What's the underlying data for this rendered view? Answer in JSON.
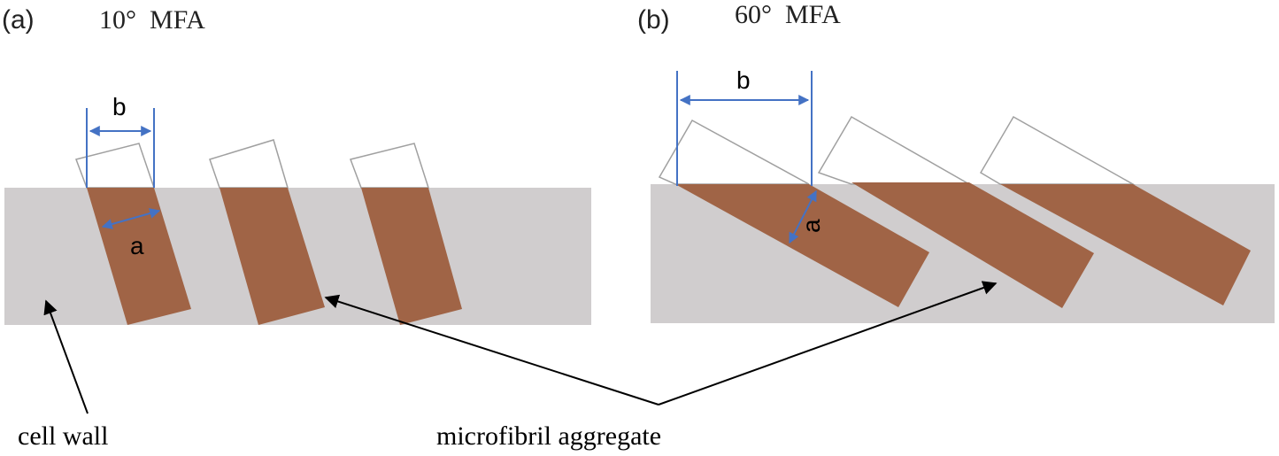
{
  "panel_a": {
    "tag": "(a)",
    "title": "10°  MFA",
    "dim_b": "b",
    "dim_a": "a"
  },
  "panel_b": {
    "tag": "(b)",
    "title": "60°  MFA",
    "dim_b": "b",
    "dim_a": "a"
  },
  "labels": {
    "cell_wall": "cell wall",
    "microfibril": "microfibril aggregate"
  },
  "colors": {
    "cell_wall": "#d0cdce",
    "aggregate": "#a06446",
    "outline": "#a0a0a0",
    "dimension": "#4472c4",
    "arrow": "#000000"
  }
}
